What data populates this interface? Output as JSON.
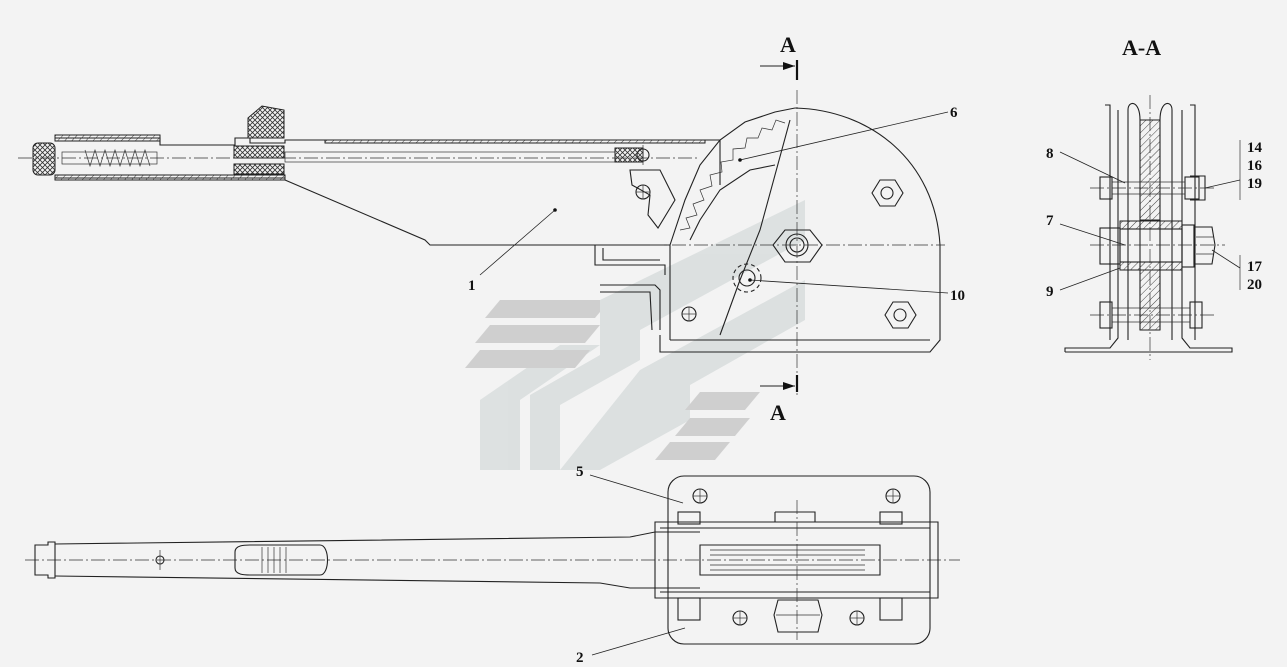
{
  "section_title": "А-А",
  "section_marks": {
    "top": "А",
    "bottom": "А"
  },
  "callouts": {
    "c1": "1",
    "c2": "2",
    "c5": "5",
    "c6": "6",
    "c7": "7",
    "c8": "8",
    "c9": "9",
    "c10": "10",
    "c14": "14",
    "c16": "16",
    "c19": "19",
    "c17": "17",
    "c20": "20"
  },
  "watermark": {
    "icon": "company-logo-watermark",
    "color": "#c9c9c9"
  },
  "colors": {
    "background": "#f3f3f3",
    "line": "#222222"
  }
}
